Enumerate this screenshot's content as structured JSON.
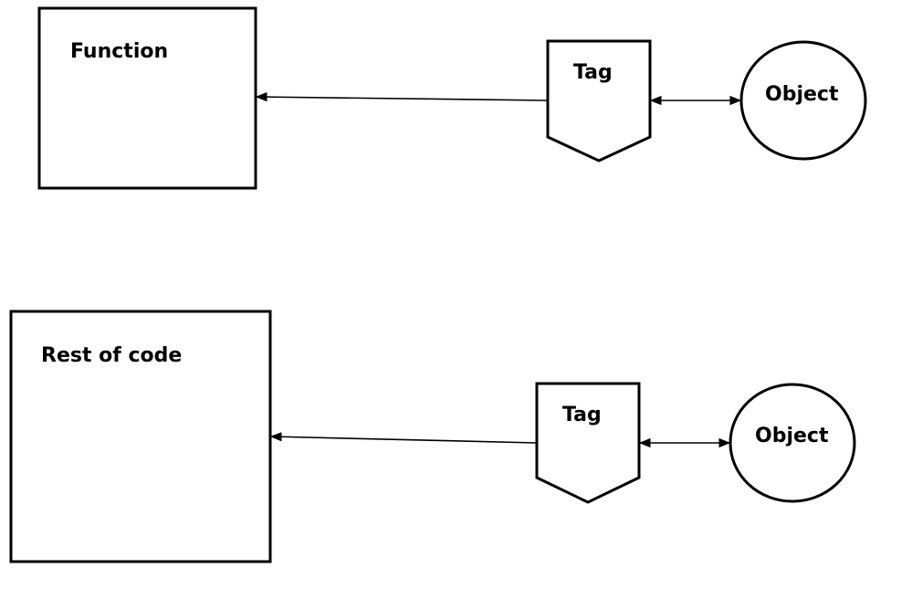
{
  "diagram": {
    "function_box": {
      "label": "Function"
    },
    "rest_box": {
      "label": "Rest of code"
    },
    "tag_top": {
      "label": "Tag"
    },
    "tag_bottom": {
      "label": "Tag"
    },
    "object_top": {
      "label": "Object"
    },
    "object_bottom": {
      "label": "Object"
    },
    "colors": {
      "stroke": "#000000",
      "fill": "#ffffff",
      "background": "#ffffff"
    }
  }
}
